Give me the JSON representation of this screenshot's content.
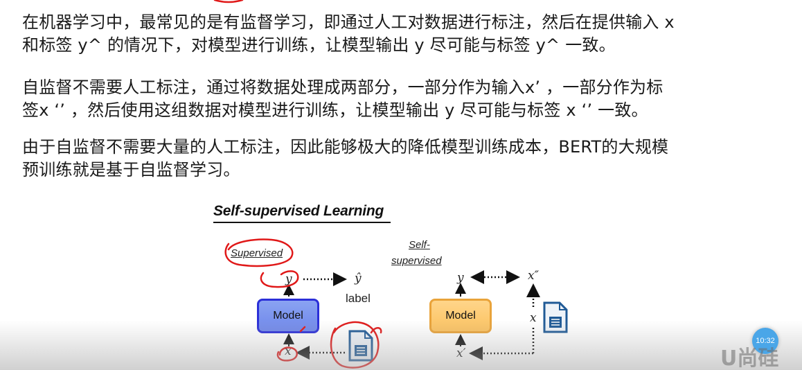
{
  "paragraphs": {
    "p1_line1": "在机器学习中，最常见的是有监督学习，即通过人工对数据进行标注，然后在提供输入 x",
    "p1_line2": "和标签 y^ 的情况下，对模型进行训练，让模型输出 y 尽可能与标签 y^ 一致。",
    "p2_line1": "自监督不需要人工标注，通过将数据处理成两部分，一部分作为输入x’ ，一部分作为标",
    "p2_line2": "签x ‘’ ，然后使用这组数据对模型进行训练，让模型输出 y 尽可能与标签 x ‘’  一致。",
    "p3_line1": "由于自监督不需要大量的人工标注，因此能够极大的降低模型训练成本，BERT的大规模",
    "p3_line2": "预训练就是基于自监督学习。"
  },
  "figure": {
    "title": "Self-supervised Learning",
    "supervised_label": "Supervised",
    "self_supervised_line1": "Self-",
    "self_supervised_line2": "supervised",
    "left": {
      "output": "y",
      "target": "ŷ",
      "target_caption": "label",
      "model": "Model",
      "input": "x"
    },
    "right": {
      "output": "y",
      "target": "x″",
      "model": "Model",
      "input": "x′",
      "source": "x"
    }
  },
  "overlay": {
    "clock": "10:32",
    "brand": "U尚硅"
  },
  "colors": {
    "annotation_red": "#e01818",
    "model_blue_fill": "#7b93ee",
    "model_blue_border": "#2b2fd8",
    "model_orange_fill": "#fcc96f",
    "model_orange_border": "#e9a33a",
    "doc_icon_blue": "#1f5a96"
  },
  "icons": [
    "document-icon",
    "document-icon"
  ]
}
